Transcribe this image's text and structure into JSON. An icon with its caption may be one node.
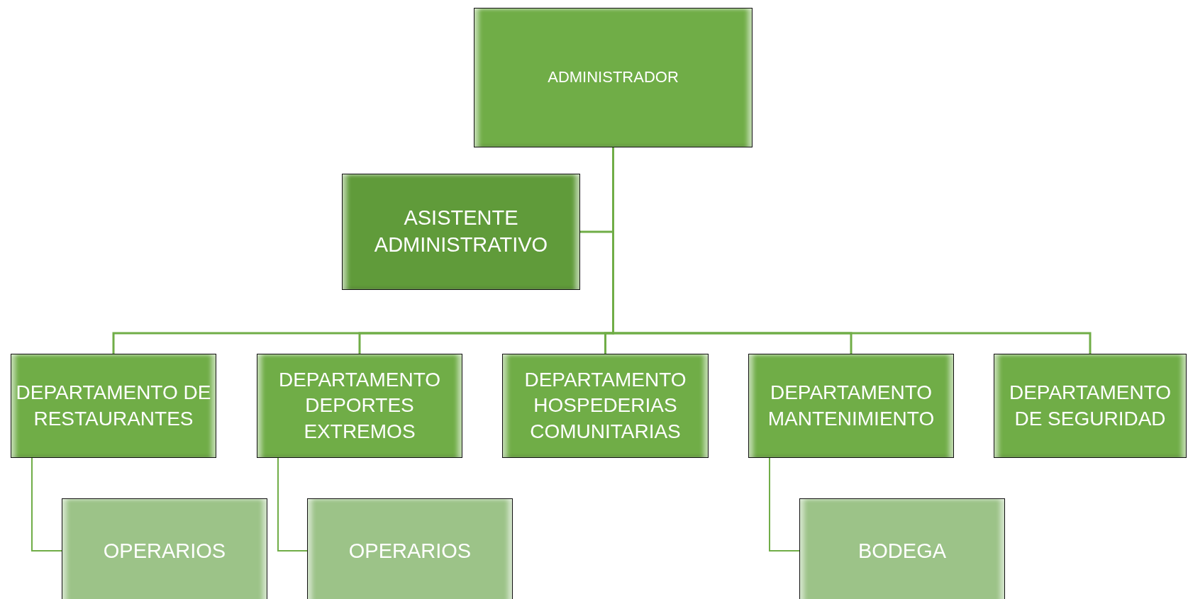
{
  "diagram": {
    "nodes": [
      {
        "text": [
          "ADMINISTRADOR"
        ]
      },
      {
        "text": [
          "ASISTENTE ADMINISTRATIVO"
        ]
      },
      {
        "text": [
          "DEPARTAMENTO DE RESTAURANTES"
        ]
      },
      {
        "text": [
          "DEPARTAMENTO DEPORTES EXTREMOS"
        ]
      },
      {
        "text": [
          "DEPARTAMENTO HOSPEDERIAS COMUNITARIAS"
        ]
      },
      {
        "text": [
          "DEPARTAMENTO MANTENIMIENTO"
        ]
      },
      {
        "text": [
          "DEPARTAMENTO DE SEGURIDAD"
        ]
      },
      {
        "text": [
          "OPERARIOS"
        ]
      },
      {
        "text": [
          "OPERARIOS"
        ]
      },
      {
        "text": [
          "BODEGA"
        ]
      }
    ],
    "edges": [
      {
        "from": 0,
        "to": 1,
        "arrow": "none"
      },
      {
        "from": 0,
        "to": 2,
        "arrow": "none"
      },
      {
        "from": 0,
        "to": 3,
        "arrow": "none"
      },
      {
        "from": 0,
        "to": 4,
        "arrow": "none"
      },
      {
        "from": 0,
        "to": 5,
        "arrow": "none"
      },
      {
        "from": 0,
        "to": 6,
        "arrow": "none"
      },
      {
        "from": 2,
        "to": 7,
        "arrow": "none"
      },
      {
        "from": 3,
        "to": 8,
        "arrow": "none"
      },
      {
        "from": 5,
        "to": 9,
        "arrow": "none"
      }
    ]
  }
}
